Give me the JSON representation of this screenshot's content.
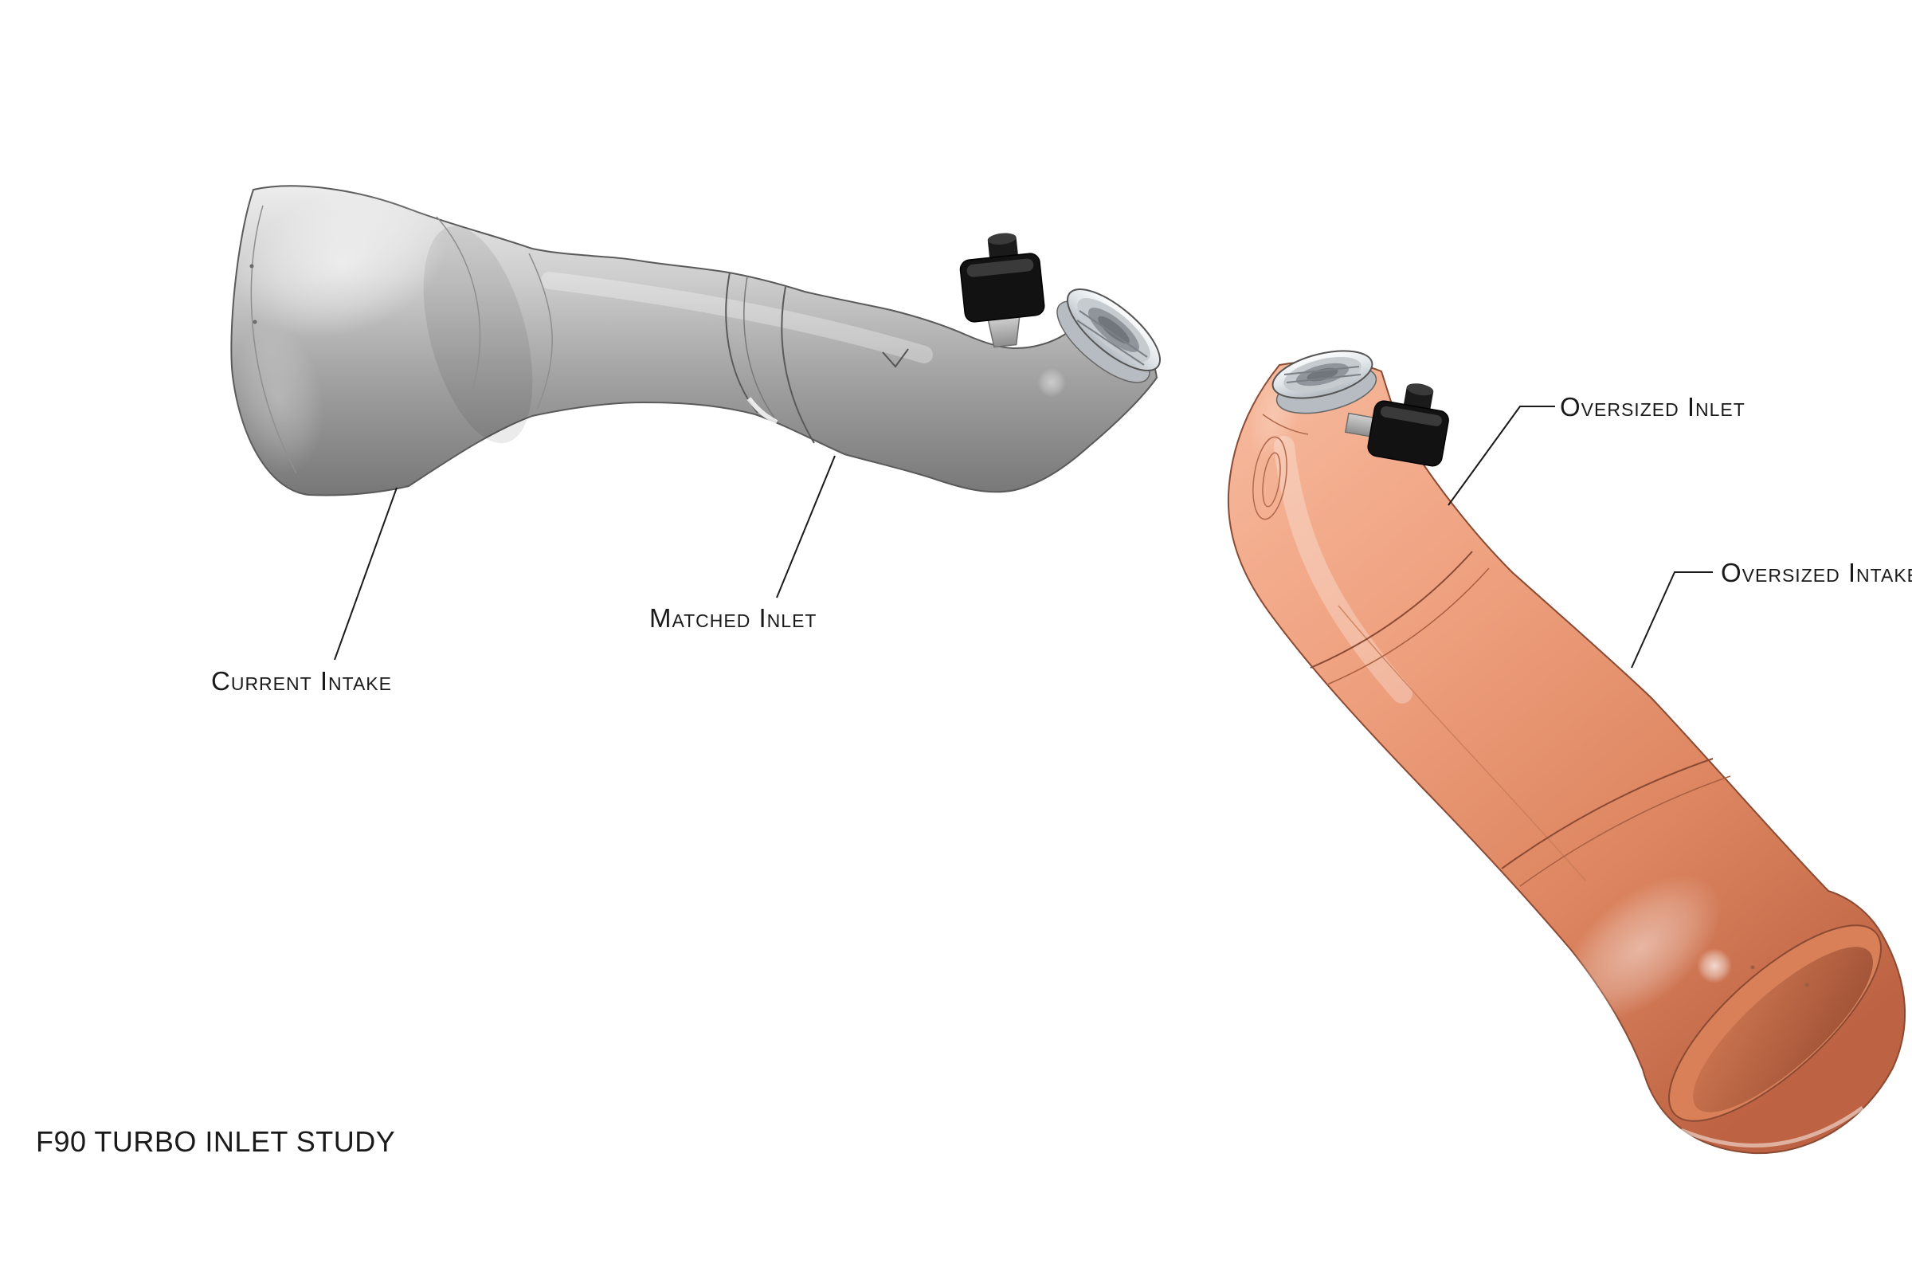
{
  "drawing": {
    "title": "F90 TURBO INLET STUDY"
  },
  "annotations": {
    "current_intake": {
      "label": "Current Intake"
    },
    "matched_inlet": {
      "label": "Matched Inlet"
    },
    "oversized_inlet": {
      "label": "Oversized Inlet"
    },
    "oversized_intake": {
      "label": "Oversized Intake"
    }
  },
  "parts": [
    {
      "id": "current-intake",
      "name": "Current Intake",
      "color": "#b5b5b5"
    },
    {
      "id": "oversized-intake",
      "name": "Oversized Intake",
      "color": "#e8926e"
    }
  ],
  "colors": {
    "background": "#ffffff",
    "text-color": "#1a1a1a",
    "leader-color": "#1a1a1a",
    "gray-part": "#b5b5b5",
    "orange-part": "#e8926e",
    "clamp-silver": "#e9edf1",
    "fitting-black": "#141414"
  }
}
